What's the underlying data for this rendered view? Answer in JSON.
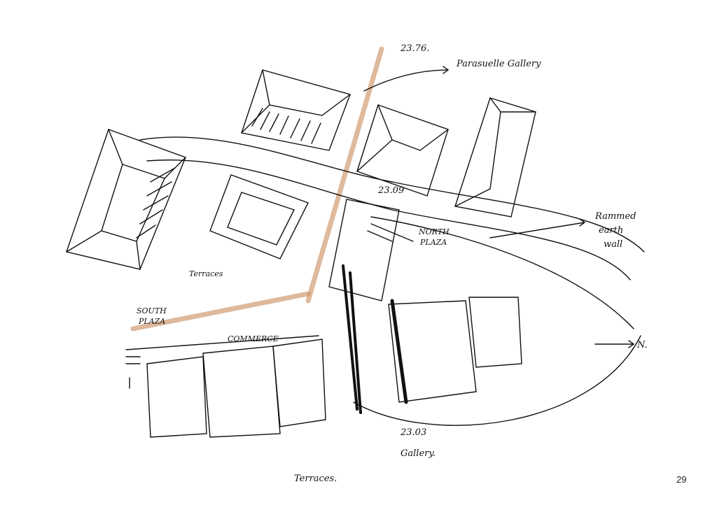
{
  "page_number": "29",
  "sketch": {
    "labels": {
      "level_top": "23.76.",
      "gallery_top": "Parasuelle Gallery",
      "rammed_wall": [
        "Rammed",
        "earth",
        "wall"
      ],
      "level_mid": "23.09",
      "north_plaza": [
        "NORTH",
        "PLAZA"
      ],
      "south_plaza": [
        "SOUTH",
        "PLAZA"
      ],
      "terraces_left": "Terraces",
      "commerce": "COMMERCE",
      "north": "N.",
      "level_bottom": "23.03",
      "gallery_bottom": "Gallery.",
      "terraces_bottom": "Terraces."
    },
    "colors": {
      "ink": "#111111",
      "accent": "#c98a5a"
    }
  }
}
